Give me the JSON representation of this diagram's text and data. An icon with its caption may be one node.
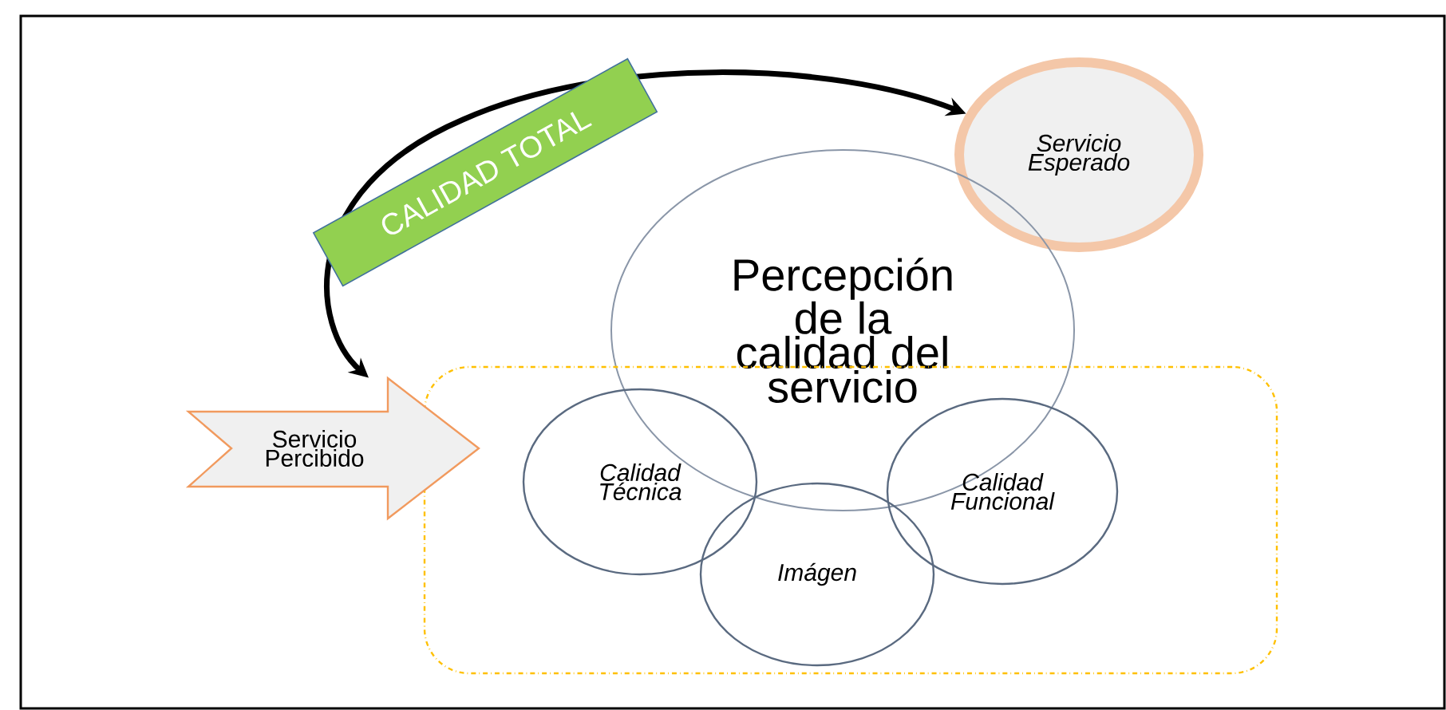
{
  "diagram": {
    "nodes": [
      {
        "text": [
          "Servicio Esperado"
        ]
      },
      {
        "text": [
          "Percepción de la calidad del servicio"
        ]
      },
      {
        "text": [],
        "shape": "box"
      },
      {
        "text": [
          "Calidad Técnica"
        ],
        "in": 2
      },
      {
        "text": [
          "Imágen"
        ],
        "in": 2
      },
      {
        "text": [
          "Calidad Funcional"
        ],
        "in": 2
      },
      {
        "text": [
          "Servicio Percibido"
        ]
      }
    ],
    "edges": [
      {
        "from": 6,
        "to": 0,
        "arrow": "both",
        "label": "CALIDAD TOTAL"
      }
    ]
  }
}
